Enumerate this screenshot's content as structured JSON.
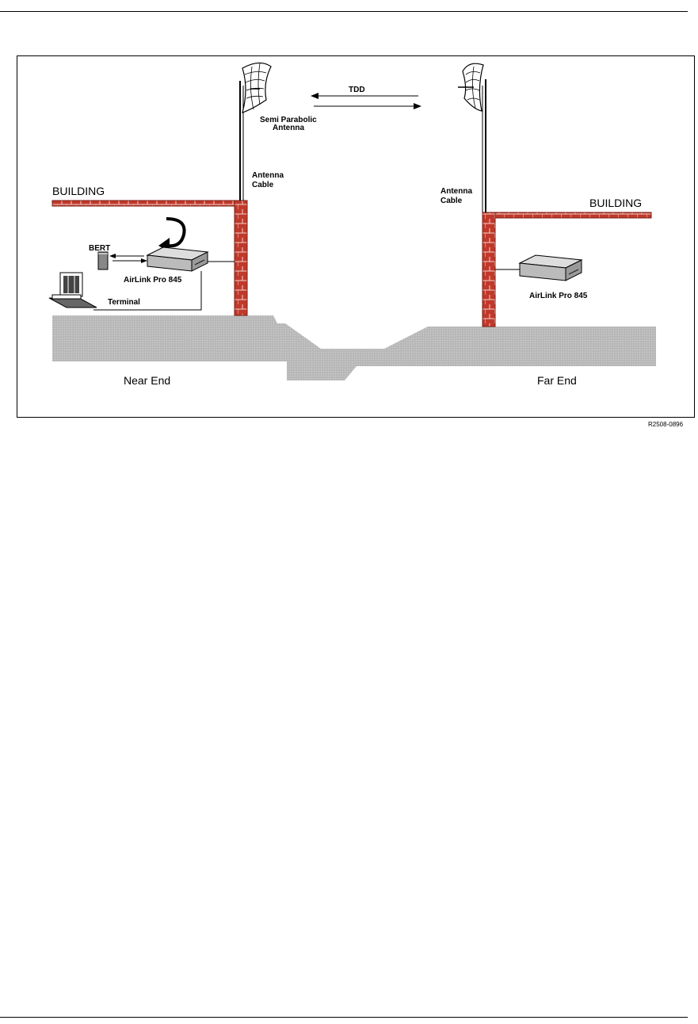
{
  "diagram": {
    "labels": {
      "tdd": "TDD",
      "semi_parabolic_antenna": [
        "Semi Parabolic",
        "Antenna"
      ],
      "antenna_cable_left": [
        "Antenna",
        "Cable"
      ],
      "antenna_cable_right": [
        "Antenna",
        "Cable"
      ],
      "building_left": "BUILDING",
      "building_right": "BUILDING",
      "bert": "BERT",
      "device_left": "AirLink Pro 845",
      "device_right": "AirLink Pro 845",
      "terminal": "Terminal",
      "near_end": "Near End",
      "far_end": "Far End"
    },
    "figure_code": "R2508-0896"
  },
  "colors": {
    "brick": "#c0392b",
    "ground": "#b8b8b8",
    "line": "#000000"
  }
}
